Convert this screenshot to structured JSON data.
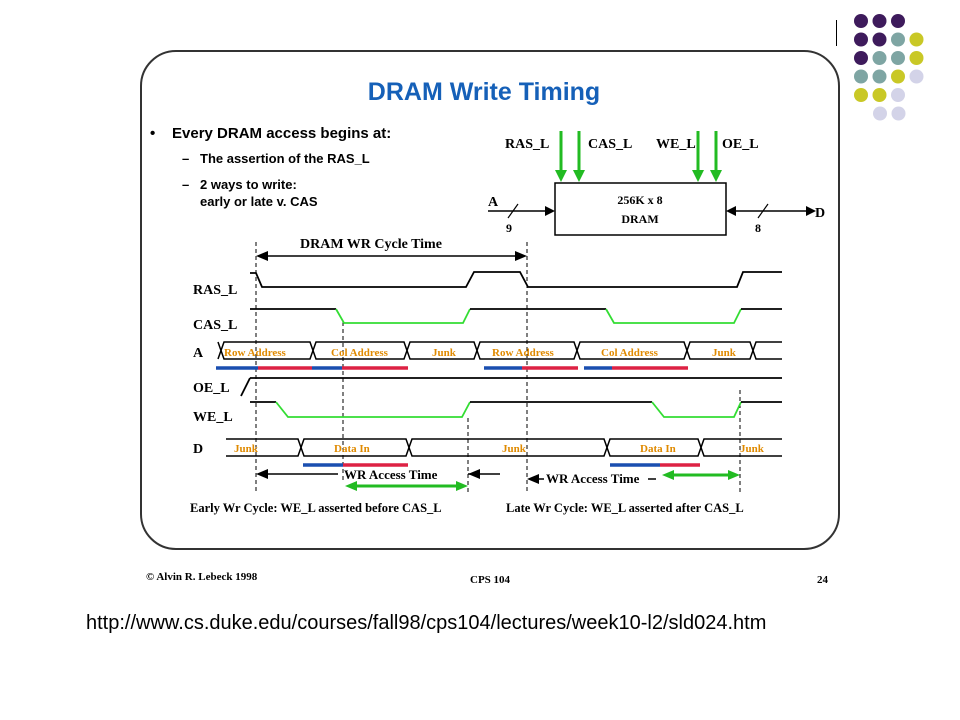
{
  "colors": {
    "purple": "#3e1b5c",
    "teal": "#7ea5a3",
    "olive": "#c9c826",
    "lavender": "#d3d3e8",
    "title_blue": "#1560b8",
    "signal_green": "#33dd33",
    "arrow_green": "#22bb22",
    "segment_blue": "#1a4fb0",
    "segment_red": "#dd2244",
    "label_orange": "#e08a00"
  },
  "slide": {
    "title": "DRAM Write Timing",
    "bullets": [
      {
        "marker": "•",
        "text": "Every DRAM access begins at:"
      },
      {
        "marker": "–",
        "text": "The assertion of the RAS_L"
      },
      {
        "marker": "–",
        "text": "2 ways to write:"
      },
      {
        "marker": "",
        "text": "early or late v. CAS"
      }
    ],
    "block": {
      "label1": "256K x 8",
      "label2": "DRAM",
      "inputs": [
        "RAS_L",
        "CAS_L",
        "WE_L",
        "OE_L"
      ],
      "addr": "A",
      "addr_width": "9",
      "data": "D",
      "data_width": "8"
    },
    "timing": {
      "cycle_label": "DRAM WR Cycle Time",
      "signals": [
        "RAS_L",
        "CAS_L",
        "A",
        "OE_L",
        "WE_L",
        "D"
      ],
      "a_segments": [
        "Row Address",
        "Col Address",
        "Junk",
        "Row Address",
        "Col Address",
        "Junk"
      ],
      "d_segments": [
        "Junk",
        "Data In",
        "Junk",
        "Data In",
        "Junk"
      ],
      "access_label": "WR Access Time",
      "early_caption": "Early Wr Cycle: WE_L asserted before CAS_L",
      "late_caption": "Late Wr Cycle: WE_L asserted after CAS_L"
    },
    "footer": {
      "left": "© Alvin R. Lebeck 1998",
      "center": "CPS 104",
      "right": "24"
    }
  },
  "url": "http://www.cs.duke.edu/courses/fall98/cps104/lectures/week10-l2/sld024.htm"
}
